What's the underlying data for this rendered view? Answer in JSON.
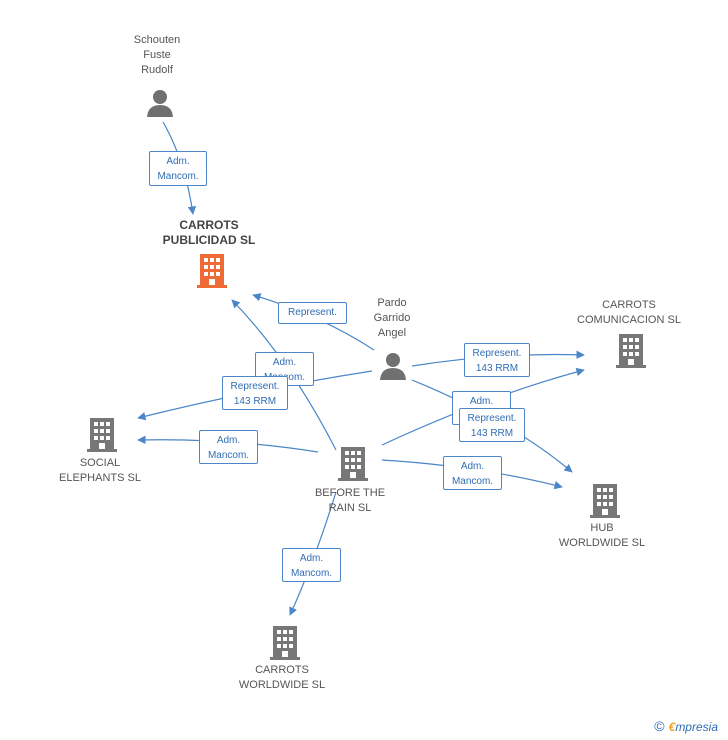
{
  "colors": {
    "edge": "#4a86c8",
    "company": "#777777",
    "focus_company": "#f06a35",
    "person": "#707070"
  },
  "nodes": [
    {
      "id": "schouten",
      "type": "person",
      "label": "Schouten\nFuste\nRudolf"
    },
    {
      "id": "carrots_publicidad",
      "type": "company-focus",
      "label": "CARROTS\nPUBLICIDAD SL"
    },
    {
      "id": "pardo",
      "type": "person",
      "label": "Pardo\nGarrido\nAngel"
    },
    {
      "id": "carrots_comunicacion",
      "type": "company",
      "label": "CARROTS\nCOMUNICACION SL"
    },
    {
      "id": "social_elephants",
      "type": "company",
      "label": "SOCIAL\nELEPHANTS SL"
    },
    {
      "id": "before_the_rain",
      "type": "company",
      "label": "BEFORE THE\nRAIN SL"
    },
    {
      "id": "hub_worldwide",
      "type": "company",
      "label": "HUB\nWORLDWIDE  SL"
    },
    {
      "id": "carrots_worldwide",
      "type": "company",
      "label": "CARROTS\nWORLDWIDE SL"
    }
  ],
  "edges": [
    {
      "id": "e1",
      "label": "Adm.\nMancom."
    },
    {
      "id": "e2",
      "label": "Represent."
    },
    {
      "id": "e3",
      "label": "Adm.\nMancom."
    },
    {
      "id": "e4",
      "label": "Represent.\n143 RRM"
    },
    {
      "id": "e5",
      "label": "Represent.\n143 RRM"
    },
    {
      "id": "e6",
      "label": "Adm.\nMancom."
    },
    {
      "id": "e7",
      "label": "Represent.\n143 RRM"
    },
    {
      "id": "e8",
      "label": "Adm.\nMancom."
    },
    {
      "id": "e9",
      "label": "Adm.\nMancom."
    },
    {
      "id": "e10",
      "label": "Adm.\nMancom."
    }
  ],
  "footer": {
    "copyright_symbol": "©",
    "brand_initial": "€",
    "brand_rest": "mpresia"
  }
}
